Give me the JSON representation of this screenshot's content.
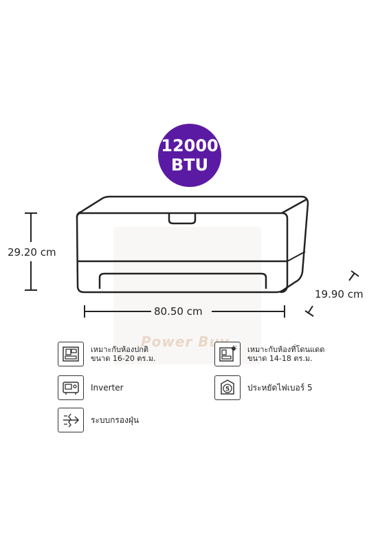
{
  "badge": {
    "capacity": "12000",
    "unit": "BTU"
  },
  "dimensions": {
    "height": "29.20 cm",
    "width": "80.50 cm",
    "depth": "19.90 cm"
  },
  "watermark": "Power Buy",
  "features": {
    "normal_room": {
      "line1": "เหมาะกับห้องปกติ",
      "line2": "ขนาด 16-20 ตร.ม.",
      "icon": "room-icon"
    },
    "sun_room": {
      "line1": "เหมาะกับห้องที่โดนแดด",
      "line2": "ขนาด 14-18 ตร.ม.",
      "icon": "sunny-room-icon"
    },
    "inverter": {
      "label": "Inverter",
      "icon": "inverter-icon"
    },
    "energy": {
      "label": "ประหยัดไฟเบอร์ 5",
      "icon": "energy-label-5-icon",
      "number": "5"
    },
    "filter": {
      "label": "ระบบกรองฝุ่น",
      "icon": "air-filter-icon"
    }
  }
}
